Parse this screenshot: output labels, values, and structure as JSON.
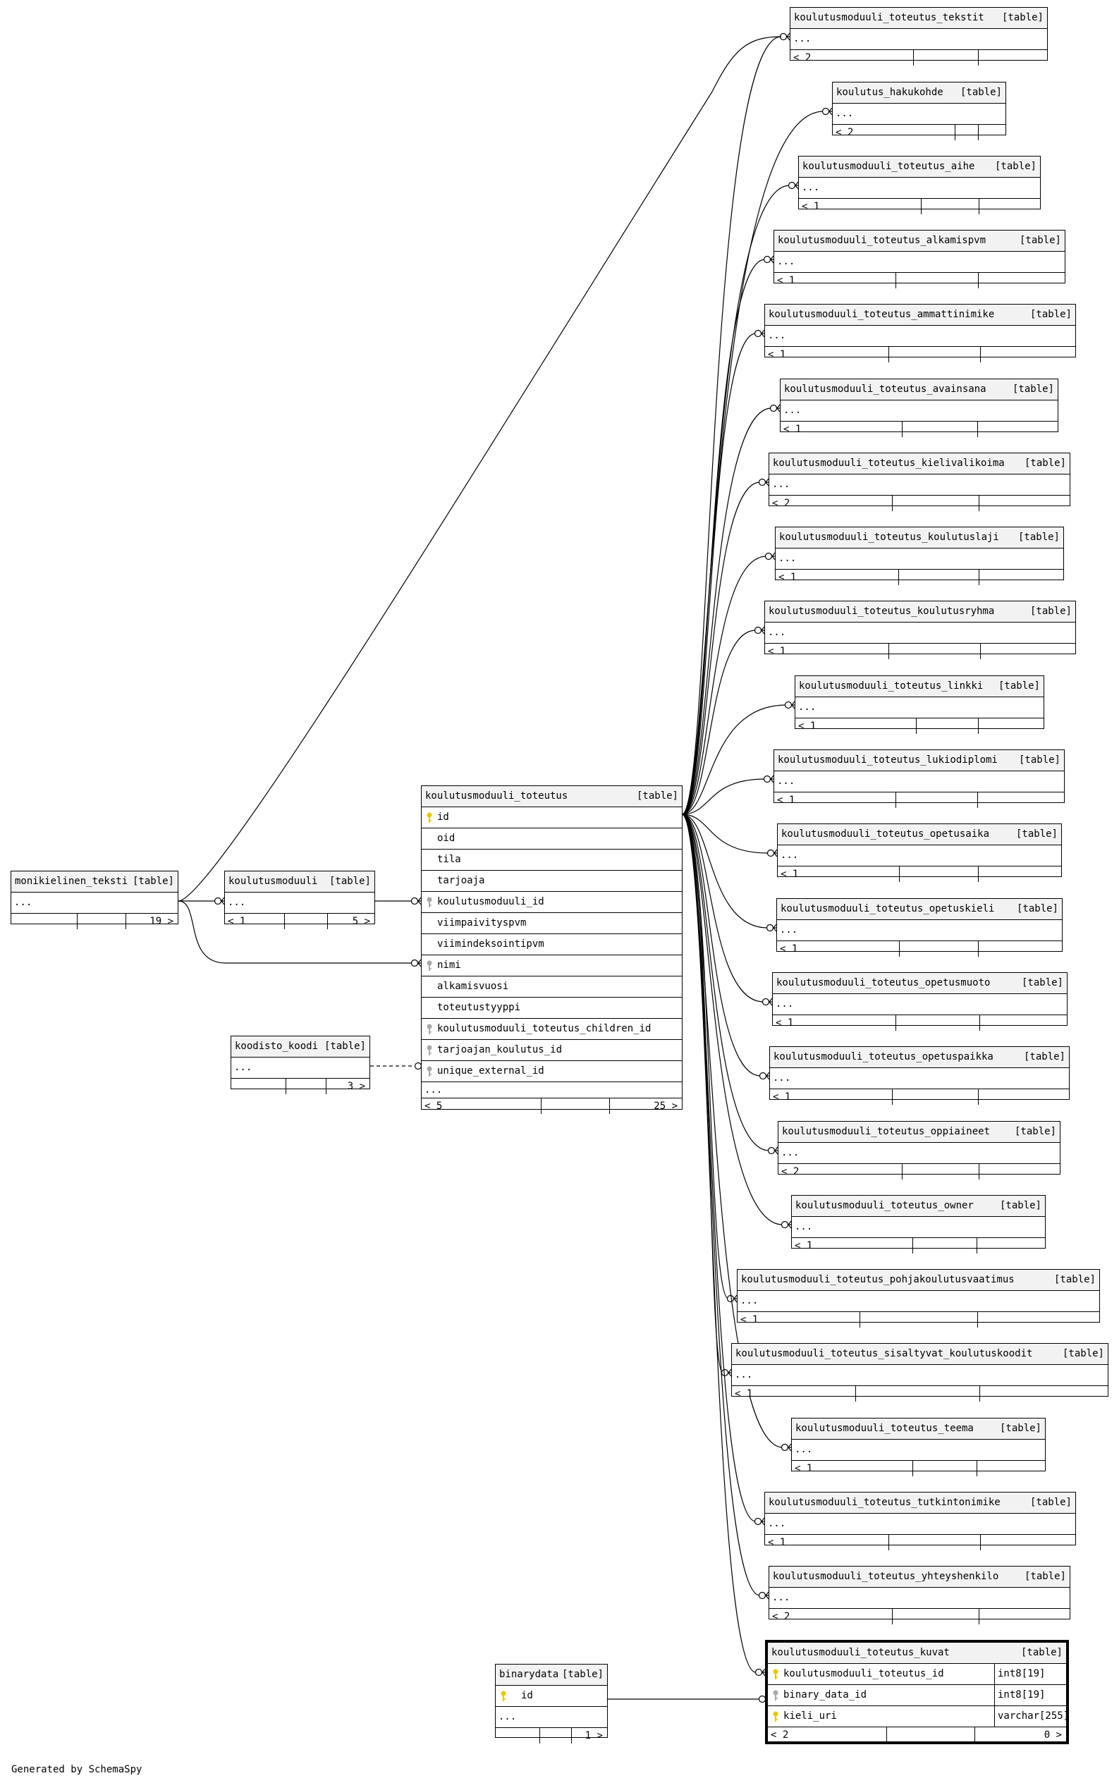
{
  "credit": "Generated by SchemaSpy",
  "tag": "[table]",
  "ellipsis": "...",
  "main": {
    "name": "koulutusmoduuli_toteutus",
    "columns": [
      "id",
      "oid",
      "tila",
      "tarjoaja",
      "koulutusmoduuli_id",
      "viimpaivityspvm",
      "viimindeksointipvm",
      "nimi",
      "alkamisvuosi",
      "toteutustyyppi",
      "koulutusmoduuli_toteutus_children_id",
      "tarjoajan_koulutus_id",
      "unique_external_id"
    ],
    "parents": "< 5",
    "children": "25 >"
  },
  "monikielinen": {
    "name": "monikielinen_teksti",
    "children": "19 >"
  },
  "koulutusmoduuli": {
    "name": "koulutusmoduuli",
    "parents": "< 1",
    "children": "5 >"
  },
  "koodisto": {
    "name": "koodisto_koodi",
    "children": "3 >"
  },
  "binarydata": {
    "name": "binarydata",
    "col": "id",
    "children": "1 >"
  },
  "kuvat": {
    "name": "koulutusmoduuli_toteutus_kuvat",
    "columns": [
      {
        "name": "koulutusmoduuli_toteutus_id",
        "type": "int8[19]"
      },
      {
        "name": "binary_data_id",
        "type": "int8[19]"
      },
      {
        "name": "kieli_uri",
        "type": "varchar[255]"
      }
    ],
    "parents": "< 2",
    "children": "0 >"
  },
  "children": [
    {
      "name": "koulutusmoduuli_toteutus_tekstit",
      "parents": "< 2"
    },
    {
      "name": "koulutus_hakukohde",
      "parents": "< 2"
    },
    {
      "name": "koulutusmoduuli_toteutus_aihe",
      "parents": "< 1"
    },
    {
      "name": "koulutusmoduuli_toteutus_alkamispvm",
      "parents": "< 1"
    },
    {
      "name": "koulutusmoduuli_toteutus_ammattinimike",
      "parents": "< 1"
    },
    {
      "name": "koulutusmoduuli_toteutus_avainsana",
      "parents": "< 1"
    },
    {
      "name": "koulutusmoduuli_toteutus_kielivalikoima",
      "parents": "< 2"
    },
    {
      "name": "koulutusmoduuli_toteutus_koulutuslaji",
      "parents": "< 1"
    },
    {
      "name": "koulutusmoduuli_toteutus_koulutusryhma",
      "parents": "< 1"
    },
    {
      "name": "koulutusmoduuli_toteutus_linkki",
      "parents": "< 1"
    },
    {
      "name": "koulutusmoduuli_toteutus_lukiodiplomi",
      "parents": "< 1"
    },
    {
      "name": "koulutusmoduuli_toteutus_opetusaika",
      "parents": "< 1"
    },
    {
      "name": "koulutusmoduuli_toteutus_opetuskieli",
      "parents": "< 1"
    },
    {
      "name": "koulutusmoduuli_toteutus_opetusmuoto",
      "parents": "< 1"
    },
    {
      "name": "koulutusmoduuli_toteutus_opetuspaikka",
      "parents": "< 1"
    },
    {
      "name": "koulutusmoduuli_toteutus_oppiaineet",
      "parents": "< 2"
    },
    {
      "name": "koulutusmoduuli_toteutus_owner",
      "parents": "< 1"
    },
    {
      "name": "koulutusmoduuli_toteutus_pohjakoulutusvaatimus",
      "parents": "< 1"
    },
    {
      "name": "koulutusmoduuli_toteutus_sisaltyvat_koulutuskoodit",
      "parents": "< 1"
    },
    {
      "name": "koulutusmoduuli_toteutus_teema",
      "parents": "< 1"
    },
    {
      "name": "koulutusmoduuli_toteutus_tutkintonimike",
      "parents": "< 1"
    },
    {
      "name": "koulutusmoduuli_toteutus_yhteyshenkilo",
      "parents": "< 2"
    }
  ]
}
